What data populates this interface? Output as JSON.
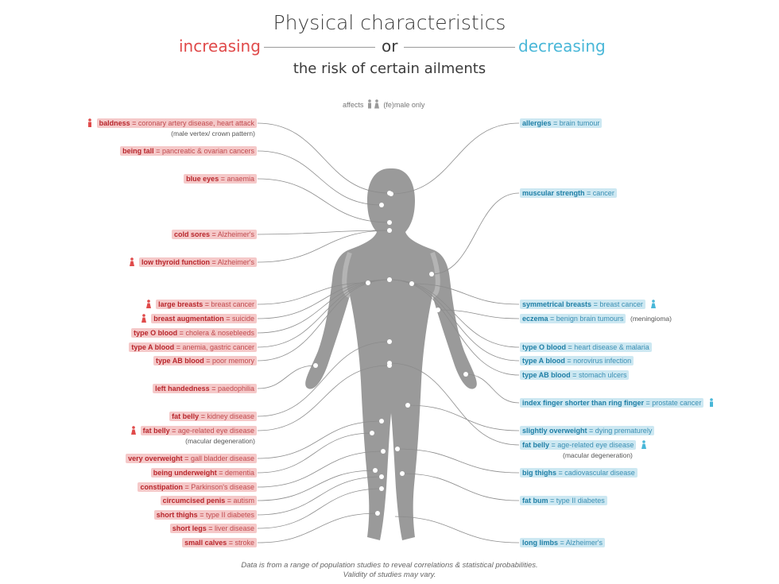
{
  "header": {
    "title": "Physical characteristics",
    "increasing": "increasing",
    "or": "or",
    "decreasing": "decreasing",
    "subtitle": "the risk of certain ailments",
    "affects": "affects",
    "female_only": "(fe)male only"
  },
  "colors": {
    "increase": "#e04a4a",
    "decrease": "#49b7d8",
    "body": "#9a9a9a"
  },
  "left_labels": [
    {
      "trait": "baldness",
      "sep": " = ",
      "disease": "coronary artery disease, heart attack",
      "note": "(male vertex/ crown pattern)",
      "sex": "male"
    },
    {
      "trait": "being tall",
      "sep": " = ",
      "disease": "pancreatic & ovarian cancers"
    },
    {
      "trait": "blue eyes",
      "sep": " = ",
      "disease": "anaemia"
    },
    {
      "trait": "cold sores",
      "sep": " = ",
      "disease": "Alzheimer's"
    },
    {
      "trait": "low thyroid function",
      "sep": " = ",
      "disease": "Alzheimer's",
      "sex": "female"
    },
    {
      "trait": "large breasts",
      "sep": " = ",
      "disease": "breast cancer",
      "sex": "female"
    },
    {
      "trait": "breast augmentation",
      "sep": " = ",
      "disease": "suicide",
      "sex": "female"
    },
    {
      "trait": "type O blood",
      "sep": " = ",
      "disease": "cholera & nosebleeds"
    },
    {
      "trait": "type A blood",
      "sep": " = ",
      "disease": "anemia, gastric cancer"
    },
    {
      "trait": "type AB blood",
      "sep": " = ",
      "disease": "poor memory"
    },
    {
      "trait": "left handedness",
      "sep": " = ",
      "disease": "paedophilia"
    },
    {
      "trait": "fat belly",
      "sep": " = ",
      "disease": "kidney disease"
    },
    {
      "trait": "fat belly",
      "sep": " = ",
      "disease": "age-related eye disease",
      "note": "(macular degeneration)",
      "sex": "female"
    },
    {
      "trait": "very overweight",
      "sep": " = ",
      "disease": "gall bladder disease"
    },
    {
      "trait": "being underweight",
      "sep": " = ",
      "disease": "dementia"
    },
    {
      "trait": "constipation",
      "sep": " = ",
      "disease": "Parkinson's disease"
    },
    {
      "trait": "circumcised penis",
      "sep": " = ",
      "disease": "autism"
    },
    {
      "trait": "short thighs",
      "sep": " = ",
      "disease": "type II diabetes"
    },
    {
      "trait": "short legs",
      "sep": " = ",
      "disease": "liver disease"
    },
    {
      "trait": "small calves",
      "sep": " = ",
      "disease": "stroke"
    }
  ],
  "right_labels": [
    {
      "trait": "allergies",
      "sep": " = ",
      "disease": "brain tumour"
    },
    {
      "trait": "muscular strength",
      "sep": " = ",
      "disease": "cancer"
    },
    {
      "trait": "symmetrical breasts",
      "sep": " = ",
      "disease": "breast cancer",
      "sex": "female"
    },
    {
      "trait": "eczema",
      "sep": " = ",
      "disease": "benign brain tumours",
      "note": "(meningioma)"
    },
    {
      "trait": "type O blood",
      "sep": " = ",
      "disease": "heart disease & malaria"
    },
    {
      "trait": "type A blood",
      "sep": " = ",
      "disease": "norovirus infection"
    },
    {
      "trait": "type AB blood",
      "sep": " = ",
      "disease": "stomach ulcers"
    },
    {
      "trait": "index finger shorter than ring finger",
      "sep": " = ",
      "disease": "prostate cancer",
      "sex": "male"
    },
    {
      "trait": "slightly overweight",
      "sep": " = ",
      "disease": "dying prematurely"
    },
    {
      "trait": "fat belly",
      "sep": " = ",
      "disease": "age-related eye disease",
      "note": "(macular degeneration)",
      "sex": "female"
    },
    {
      "trait": "big thighs",
      "sep": " = ",
      "disease": "cadiovascular disease"
    },
    {
      "trait": "fat bum",
      "sep": " = ",
      "disease": "type II diabetes"
    },
    {
      "trait": "long limbs",
      "sep": " = ",
      "disease": "Alzheimer's"
    }
  ],
  "footer": {
    "line1": "Data is from a range of population studies to reveal correlations & statistical probabilities.",
    "line2": "Validity of studies may vary."
  }
}
